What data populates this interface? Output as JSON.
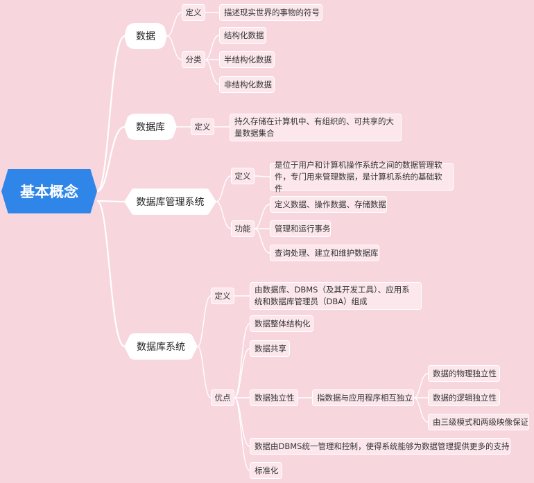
{
  "root": "基本概念",
  "branches": {
    "data": {
      "label": "数据",
      "def_label": "定义",
      "def_text": "描述现实世界的事物的符号",
      "class_label": "分类",
      "classes": [
        "结构化数据",
        "半结构化数据",
        "非结构化数据"
      ]
    },
    "database": {
      "label": "数据库",
      "def_label": "定义",
      "def_text": "持久存储在计算机中、有组织的、可共享的大量数据集合"
    },
    "dbms": {
      "label": "数据库管理系统",
      "def_label": "定义",
      "def_text": "是位于用户和计算机操作系统之间的数据管理软件，专门用来管理数据，是计算机系统的基础软件",
      "func_label": "功能",
      "funcs": [
        "定义数据、操作数据、存储数据",
        "管理和运行事务",
        "查询处理、建立和维护数据库"
      ]
    },
    "dbs": {
      "label": "数据库系统",
      "def_label": "定义",
      "def_text": "由数据库、DBMS（及其开发工具）、应用系统和数据库管理员（DBA）组成",
      "adv_label": "优点",
      "advs": {
        "a1": "数据整体结构化",
        "a2": "数据共享",
        "a3": "数据独立性",
        "a3_detail": "指数据与应用程序相互独立",
        "a3_sub": [
          "数据的物理独立性",
          "数据的逻辑独立性",
          "由三级模式和两级映像保证"
        ],
        "a4": "数据由DBMS统一管理和控制，使得系统能够为数据管理提供更多的支持",
        "a5": "标准化"
      }
    }
  },
  "colors": {
    "background": "#f8d6de",
    "root": "#2f86e8",
    "line": "#ffffff",
    "box": "#fbe7ec"
  }
}
